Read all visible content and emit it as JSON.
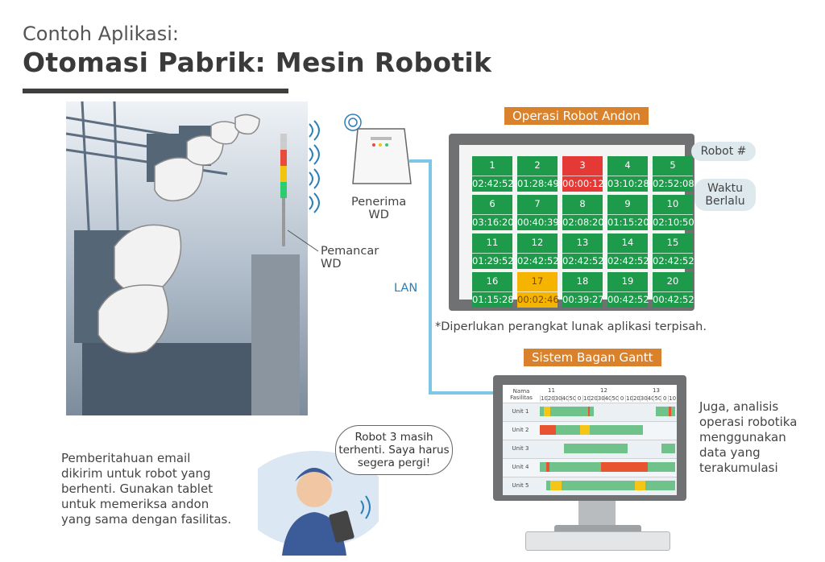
{
  "header": {
    "subtitle": "Contoh Aplikasi:",
    "title": "Otomasi Pabrik: Mesin Robotik"
  },
  "labels": {
    "receiver": "Penerima\nWD",
    "transmitter": "Pemancar\nWD",
    "lan": "LAN",
    "robot_callout": "Robot #",
    "time_callout": "Waktu\nBerlalu",
    "note": "*Diperlukan perangkat lunak aplikasi terpisah."
  },
  "andon": {
    "tag": "Operasi Robot Andon",
    "cells": [
      {
        "n": "1",
        "t": "02:42:52",
        "s": "green"
      },
      {
        "n": "2",
        "t": "01:28:49",
        "s": "green"
      },
      {
        "n": "3",
        "t": "00:00:12",
        "s": "red"
      },
      {
        "n": "4",
        "t": "03:10:28",
        "s": "green"
      },
      {
        "n": "5",
        "t": "02:52:08",
        "s": "green"
      },
      {
        "n": "6",
        "t": "03:16:20",
        "s": "green"
      },
      {
        "n": "7",
        "t": "00:40:39",
        "s": "green"
      },
      {
        "n": "8",
        "t": "02:08:20",
        "s": "green"
      },
      {
        "n": "9",
        "t": "01:15:20",
        "s": "green"
      },
      {
        "n": "10",
        "t": "02:10:50",
        "s": "green"
      },
      {
        "n": "11",
        "t": "01:29:52",
        "s": "green"
      },
      {
        "n": "12",
        "t": "02:42:52",
        "s": "green"
      },
      {
        "n": "13",
        "t": "02:42:52",
        "s": "green"
      },
      {
        "n": "14",
        "t": "02:42:52",
        "s": "green"
      },
      {
        "n": "15",
        "t": "02:42:52",
        "s": "green"
      },
      {
        "n": "16",
        "t": "01:15:28",
        "s": "green"
      },
      {
        "n": "17",
        "t": "00:02:46",
        "s": "yellow"
      },
      {
        "n": "18",
        "t": "00:39:27",
        "s": "green"
      },
      {
        "n": "19",
        "t": "00:42:52",
        "s": "green"
      },
      {
        "n": "20",
        "t": "00:42:52",
        "s": "green"
      }
    ],
    "colors": {
      "green": "#1e9a4b",
      "red": "#e53935",
      "yellow": "#f4b400"
    }
  },
  "gantt": {
    "tag": "Sistem Bagan Gantt",
    "facility_header": "Nama\nFasilitas",
    "day_labels": [
      "11",
      "12",
      "13"
    ],
    "ticks": [
      "10",
      "20",
      "30",
      "40",
      "50",
      "0",
      "10",
      "20",
      "30",
      "40",
      "50",
      "0",
      "10",
      "20",
      "30",
      "40",
      "50",
      "0",
      "10"
    ],
    "units": [
      {
        "name": "Unit 1",
        "bars": [
          [
            0,
            3,
            "green"
          ],
          [
            3,
            8,
            "yellow"
          ],
          [
            8,
            36,
            "green"
          ],
          [
            36,
            37,
            "red"
          ],
          [
            37,
            40,
            "green"
          ],
          [
            86,
            95,
            "green"
          ],
          [
            95,
            97,
            "red"
          ],
          [
            97,
            100,
            "green"
          ]
        ]
      },
      {
        "name": "Unit 2",
        "bars": [
          [
            0,
            12,
            "red"
          ],
          [
            12,
            30,
            "green"
          ],
          [
            30,
            37,
            "yellow"
          ],
          [
            37,
            76,
            "green"
          ]
        ]
      },
      {
        "name": "Unit 3",
        "bars": [
          [
            18,
            65,
            "green"
          ],
          [
            90,
            100,
            "green"
          ]
        ]
      },
      {
        "name": "Unit 4",
        "bars": [
          [
            0,
            5,
            "green"
          ],
          [
            5,
            7,
            "red"
          ],
          [
            7,
            17,
            "green"
          ],
          [
            17,
            25,
            "green"
          ],
          [
            25,
            45,
            "green"
          ],
          [
            45,
            80,
            "red"
          ],
          [
            80,
            100,
            "green"
          ]
        ]
      },
      {
        "name": "Unit 5",
        "bars": [
          [
            5,
            8,
            "green"
          ],
          [
            8,
            16,
            "yellow"
          ],
          [
            16,
            70,
            "green"
          ],
          [
            70,
            78,
            "yellow"
          ],
          [
            78,
            100,
            "green"
          ]
        ]
      }
    ],
    "colors": {
      "green": "#6fc28a",
      "red": "#e8542f",
      "yellow": "#f5c518"
    }
  },
  "speech": {
    "text": "Robot 3 masih\nterhenti. Saya harus\nsegera pergi!"
  },
  "texts": {
    "email": "Pemberitahuan email\ndikirim untuk robot yang\nberhenti. Gunakan tablet\nuntuk memeriksa andon\nyang sama dengan fasilitas.",
    "analysis": "Juga, analisis\noperasi robotika\nmenggunakan\ndata yang\nterakumulasi"
  }
}
